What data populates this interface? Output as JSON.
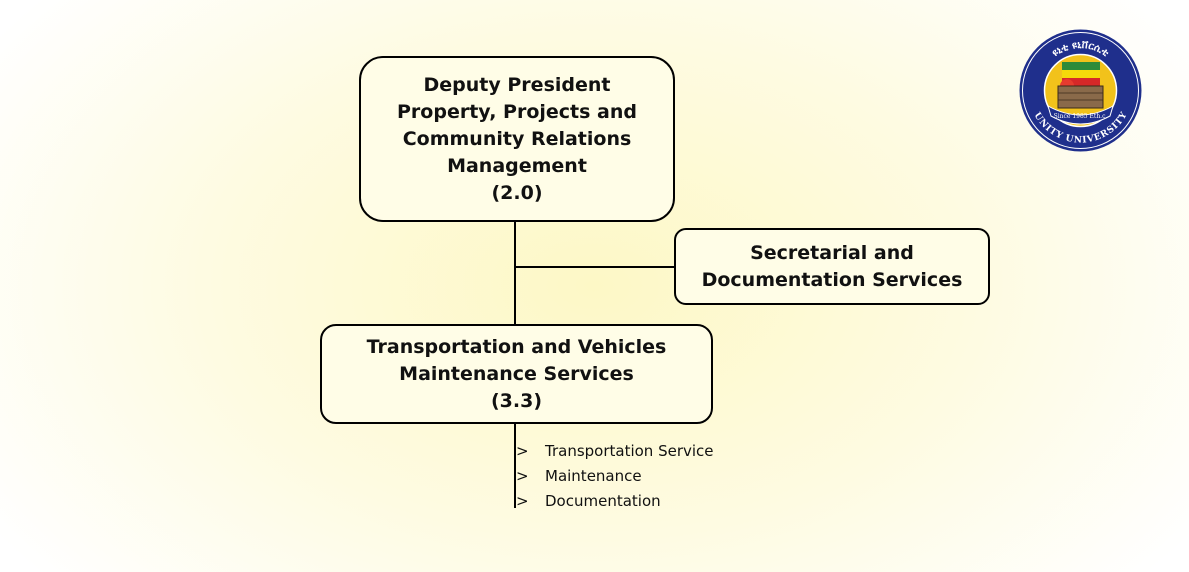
{
  "org_chart": {
    "deputy": {
      "lines": [
        "Deputy President",
        "Property, Projects and",
        "Community Relations",
        "Management",
        "(2.0)"
      ]
    },
    "secretarial": {
      "lines": [
        "Secretarial and",
        "Documentation Services"
      ]
    },
    "transport": {
      "lines": [
        "Transportation and Vehicles",
        "Maintenance Services",
        "(3.3)"
      ]
    },
    "services": {
      "bullet": ">",
      "items": [
        "Transportation Service",
        "Maintenance",
        "Documentation"
      ]
    }
  },
  "logo": {
    "top_text": "ዩኒቲ ዩኒቨርሲቲ",
    "bottom_text": "UNITY UNIVERSITY",
    "since_text": "Since 1985 Eth.c."
  },
  "colors": {
    "box_fill": "#fffde7",
    "logo_blue": "#1f2f8c",
    "logo_gold": "#f2c21b"
  }
}
